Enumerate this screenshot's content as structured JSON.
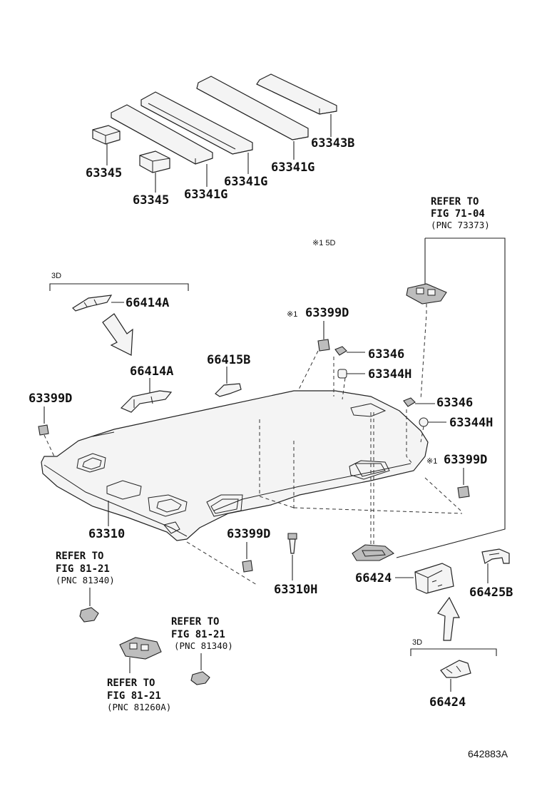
{
  "labels": {
    "p63343B": "63343B",
    "p63341G_a": "63341G",
    "p63341G_b": "63341G",
    "p63341G_c": "63341G",
    "p63345_a": "63345",
    "p63345_b": "63345",
    "p66414A_top": "66414A",
    "p66414A_mid": "66414A",
    "p66415B": "66415B",
    "p63399D_left": "63399D",
    "p63399D_top": "63399D",
    "p63399D_right": "63399D",
    "p63399D_bottom": "63399D",
    "p63346_a": "63346",
    "p63346_b": "63346",
    "p63344H_a": "63344H",
    "p63344H_b": "63344H",
    "p63310": "63310",
    "p63310H": "63310H",
    "p66424_a": "66424",
    "p66424_b": "66424",
    "p66425B": "66425B"
  },
  "notes": {
    "note_5d": "※1 5D",
    "mark1": "※1",
    "mark2": "※1",
    "bracket_3d_left": "3D",
    "bracket_3d_right": "3D"
  },
  "refs": {
    "ref_top_right": {
      "line1": "REFER TO",
      "line2": "FIG 71-04",
      "line3": "(PNC 73373)"
    },
    "ref_left": {
      "line1": "REFER TO",
      "line2": "FIG 81-21",
      "line3": "(PNC 81340)"
    },
    "ref_center": {
      "line1": "REFER TO",
      "line2": "FIG 81-21",
      "line3": "(PNC 81340)"
    },
    "ref_bottom": {
      "line1": "REFER TO",
      "line2": "FIG 81-21",
      "line3": "(PNC 81260A)"
    }
  },
  "diagram_code": "642883A"
}
